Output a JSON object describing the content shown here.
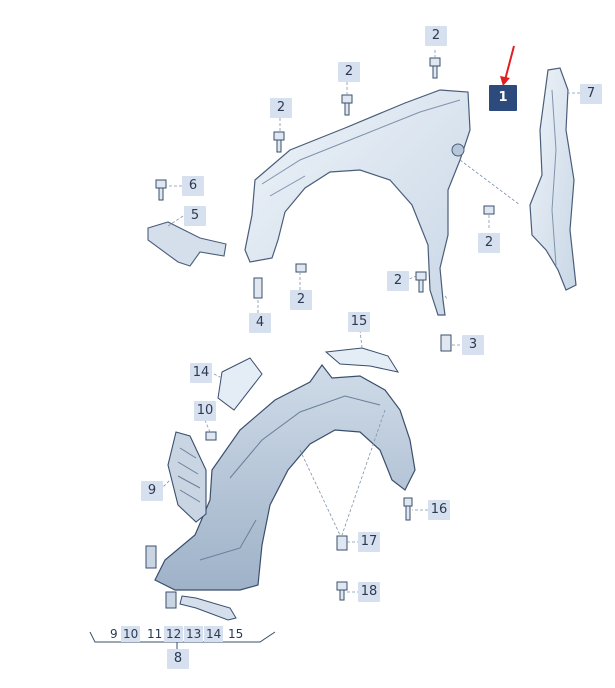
{
  "diagram": {
    "callouts": {
      "part1": "1",
      "part2_a": "2",
      "part2_b": "2",
      "part2_c": "2",
      "part2_d": "2",
      "part2_e": "2",
      "part2_f": "2",
      "part3": "3",
      "part4": "4",
      "part5": "5",
      "part6": "6",
      "part7": "7",
      "part9": "9",
      "part10": "10",
      "part14": "14",
      "part15": "15",
      "part16": "16",
      "part17": "17",
      "part18": "18",
      "group8": "8"
    },
    "bottom_row": [
      "9",
      "10",
      "11",
      "12",
      "13",
      "14",
      "15"
    ],
    "selected_part": "1",
    "colors": {
      "callout_bg": "#d6e0ee",
      "selected_bg": "#2c4a7c",
      "arrow": "#e02020",
      "part_fill": "#dde7f1",
      "line": "#3a4f6e"
    }
  }
}
